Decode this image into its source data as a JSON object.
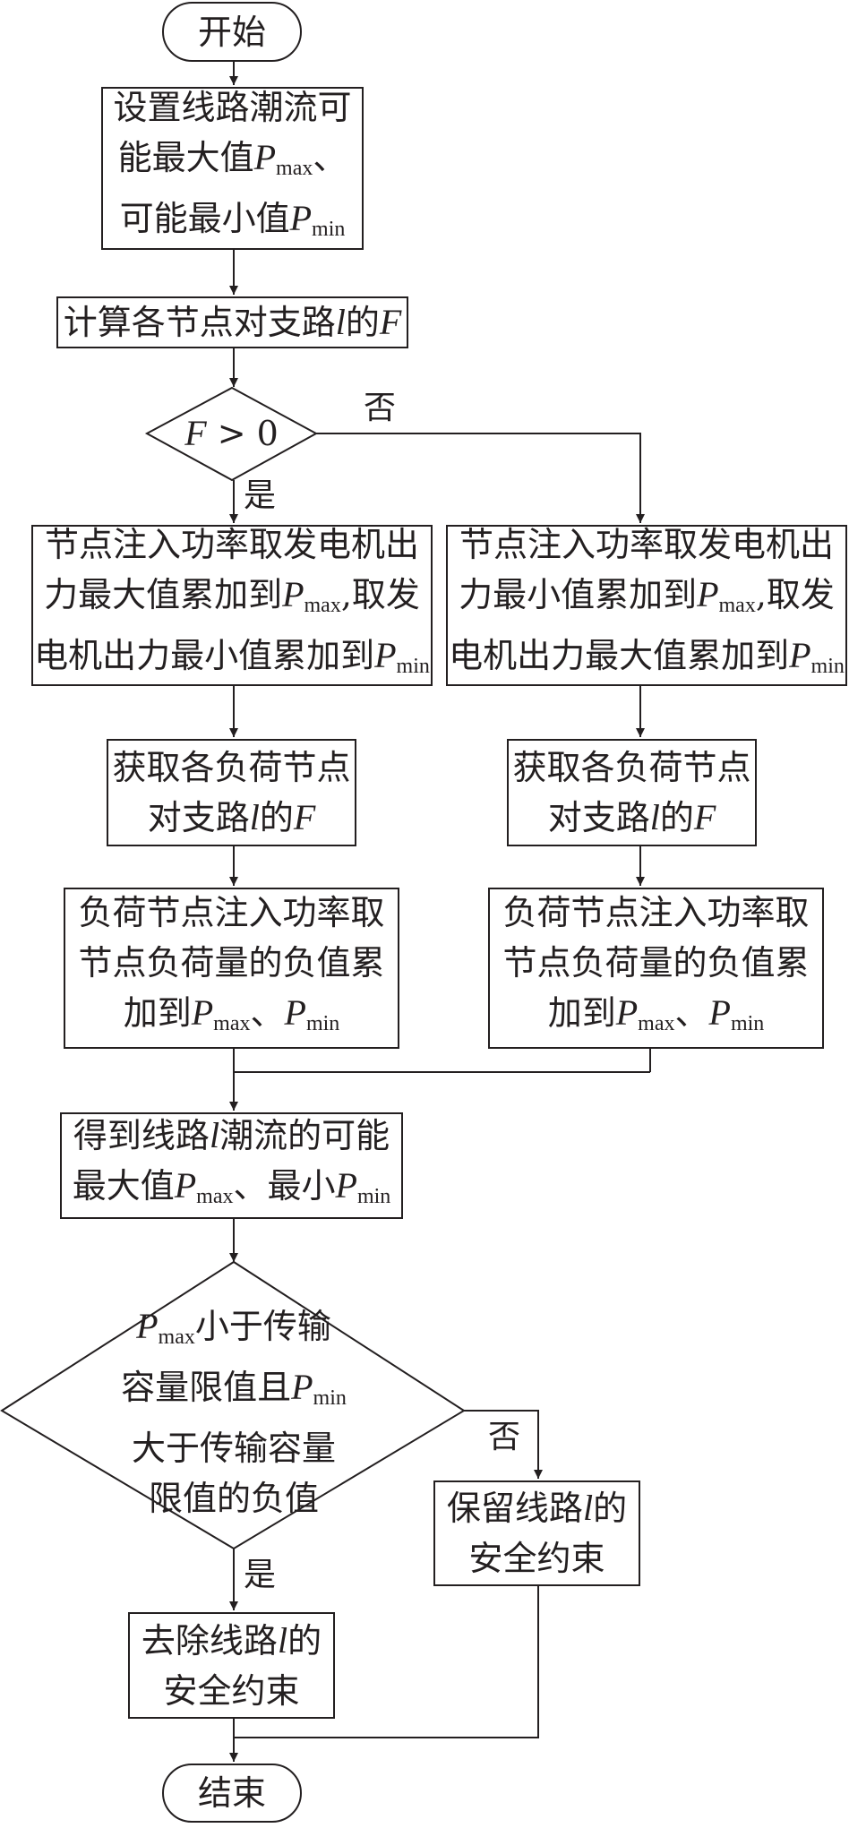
{
  "nodes": {
    "start": {
      "label": "开始"
    },
    "set_limits": {
      "text_a": "设置线路潮流可",
      "text_b": "能最大值",
      "p": "P",
      "max": "max",
      "sep": "、",
      "text_c": "可能最小值",
      "min": "min"
    },
    "calc_f": {
      "text_a": "计算各节点对支路",
      "l": "l",
      "text_b": "的",
      "f": "F"
    },
    "decision_f": {
      "f": "F",
      "cond": " > 0"
    },
    "left_accum": {
      "line1": "节点注入功率取发电机出",
      "line2a": "力最大值累加到",
      "p": "P",
      "max": "max",
      "line2b": ",取发",
      "line3": "电机出力最小值累加到",
      "min": "min"
    },
    "right_accum": {
      "line1": "节点注入功率取发电机出",
      "line2a": "力最小值累加到",
      "p": "P",
      "max": "max",
      "line2b": ",取发",
      "line3": "电机出力最大值累加到",
      "min": "min"
    },
    "left_load_f": {
      "line1": "获取各负荷节点",
      "text_a": "对支路",
      "l": "l",
      "text_b": "的",
      "f": "F"
    },
    "right_load_f": {
      "line1": "获取各负荷节点",
      "text_a": "对支路",
      "l": "l",
      "text_b": "的",
      "f": "F"
    },
    "left_load_sum": {
      "line1": "负荷节点注入功率取",
      "line2": "节点负荷量的负值累",
      "line3a": "加到",
      "p": "P",
      "max": "max",
      "sep": "、",
      "min": "min"
    },
    "right_load_sum": {
      "line1": "负荷节点注入功率取",
      "line2": "节点负荷量的负值累",
      "line3a": "加到",
      "p": "P",
      "max": "max",
      "sep": "、",
      "min": "min"
    },
    "result": {
      "text_a": "得到线路",
      "l": "l",
      "text_b": "潮流的可能",
      "text_c": "最大值",
      "p": "P",
      "max": "max",
      "sep": "、最小",
      "min": "min"
    },
    "decision_limit": {
      "p": "P",
      "max": "max",
      "text_a": "小于传输",
      "text_b": "容量限值且",
      "min": "min",
      "text_c": "大于传输容量",
      "text_d": "限值的负值"
    },
    "keep": {
      "text_a": "保留线路",
      "l": "l",
      "text_b": "的",
      "line2": "安全约束"
    },
    "remove": {
      "text_a": "去除线路",
      "l": "l",
      "text_b": "的",
      "line2": "安全约束"
    },
    "end": {
      "label": "结束"
    }
  },
  "branch_labels": {
    "f_no": "否",
    "f_yes": "是",
    "limit_no": "否",
    "limit_yes": "是"
  }
}
